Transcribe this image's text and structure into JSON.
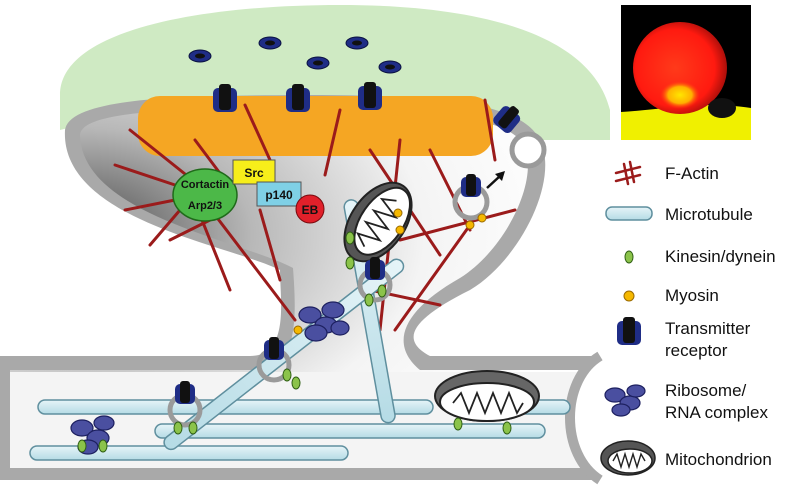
{
  "diagram": {
    "proteins": {
      "cortactin": "Cortactin",
      "arp23": "Arp2/3",
      "src": "Src",
      "p140": "p140",
      "eb": "EB"
    },
    "colors": {
      "psd": "#f5a623",
      "cleft": "#cfeac3",
      "actin": "#9b1b1b",
      "microtubule": "#cde7ee",
      "kinesin": "#8bc34a",
      "myosin": "#f5b800",
      "receptor": "#1f2d86",
      "ribosome": "#4a4fa0",
      "cortactin": "#4cb848",
      "src": "#f7ee1a",
      "p140": "#7fd0e6",
      "eb": "#e0202a"
    }
  },
  "legend": {
    "f_actin": "F-Actin",
    "microtubule": "Microtubule",
    "kinesin": "Kinesin/dynein",
    "myosin": "Myosin",
    "receptor_line1": "Transmitter",
    "receptor_line2": "receptor",
    "ribosome_line1": "Ribosome/",
    "ribosome_line2": "RNA complex",
    "mitochondrion": "Mitochondrion"
  }
}
